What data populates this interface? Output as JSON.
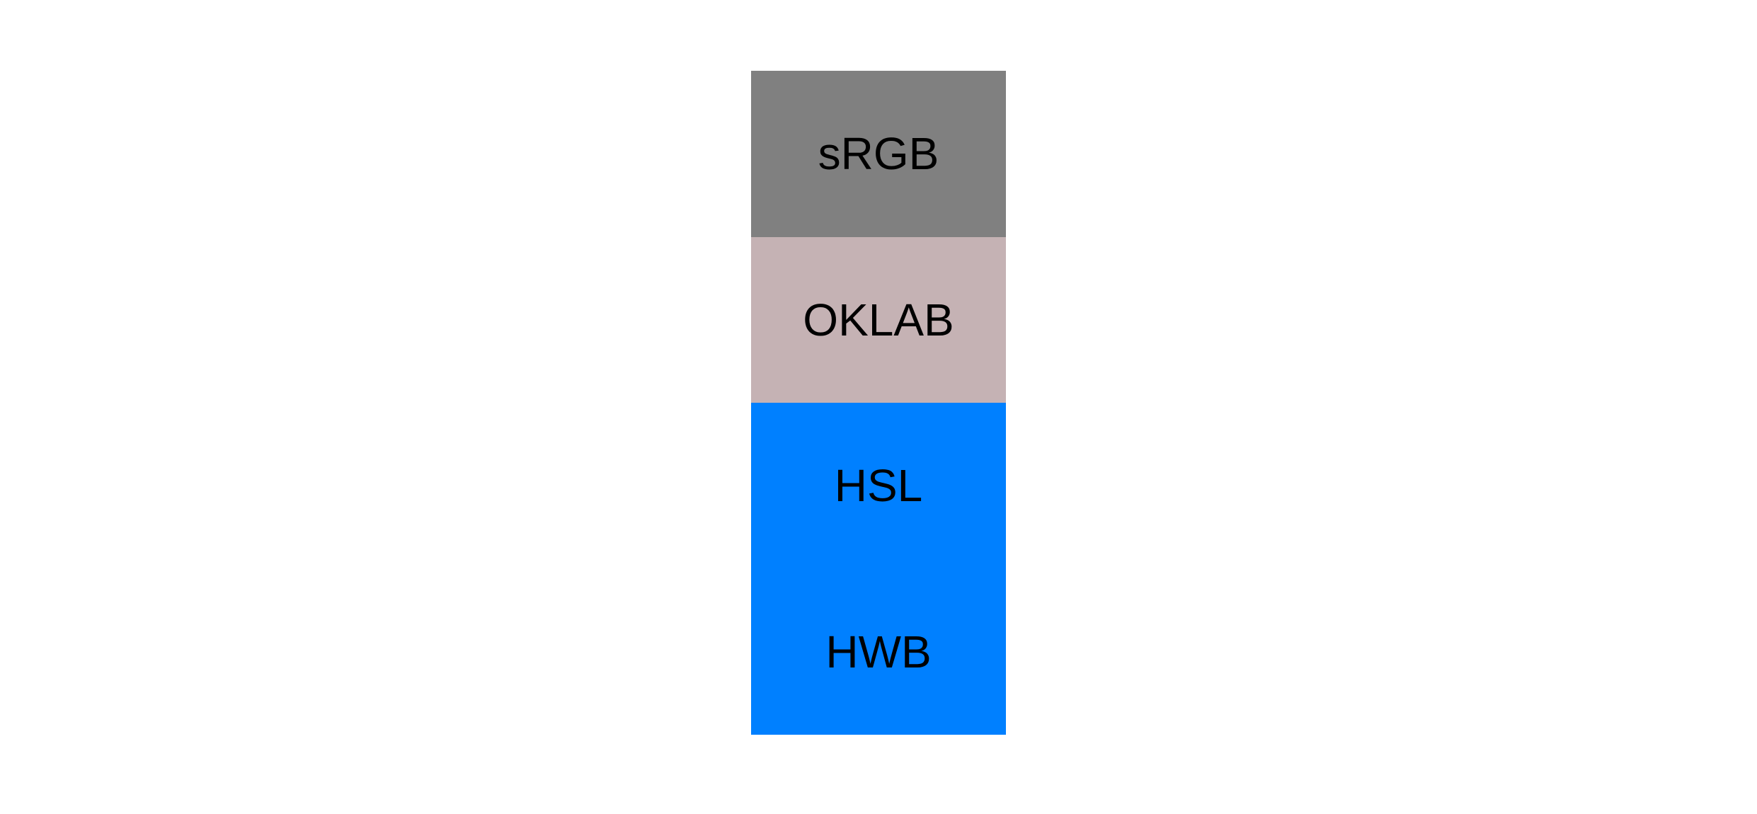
{
  "canvas": {
    "background": "#ffffff",
    "text_color": "#000000"
  },
  "swatches": [
    {
      "label": "sRGB",
      "color": "#808080"
    },
    {
      "label": "OKLAB",
      "color": "#c5b2b4"
    },
    {
      "label": "HSL",
      "color": "#0080ff"
    },
    {
      "label": "HWB",
      "color": "#0080ff"
    }
  ]
}
